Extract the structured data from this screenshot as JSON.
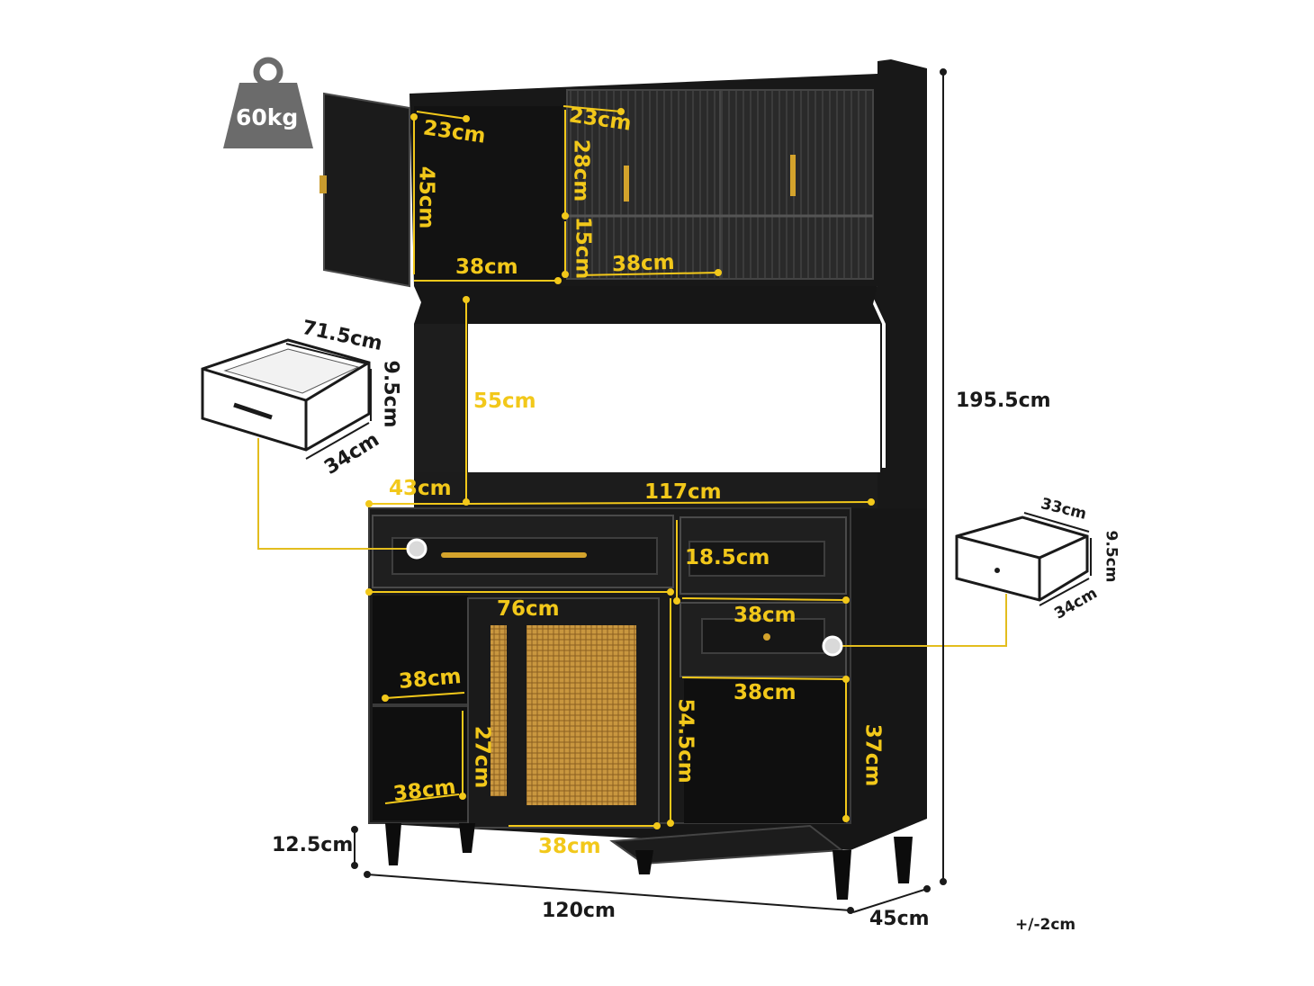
{
  "colors": {
    "cabinet": "#181818",
    "dimension": "#f2c81a",
    "guide": "#e3bd1e",
    "rattan": "#c9973f",
    "weight_badge": "#6b6b6b",
    "text_dark": "#1a1a1a"
  },
  "weight": {
    "label": "60kg",
    "icon": "weight-icon"
  },
  "hutch": {
    "left_depth": "23cm",
    "left_height": "45cm",
    "left_width": "38cm",
    "right_depth": "23cm",
    "right_upper_height": "28cm",
    "right_lower_height": "15cm",
    "right_width": "38cm",
    "open_shelf_height": "55cm"
  },
  "countertop": {
    "depth": "43cm",
    "width": "117cm"
  },
  "drawers": {
    "large_width": "76cm",
    "small_height": "18.5cm",
    "small_width": "38cm"
  },
  "lower": {
    "shelf_width": "38cm",
    "shelf_height": "27cm",
    "bottom_width": "38cm",
    "door_height": "54.5cm",
    "door_width": "38cm",
    "right_width": "38cm",
    "right_height": "37cm",
    "leg_height": "12.5cm"
  },
  "overall": {
    "height": "195.5cm",
    "width": "120cm",
    "depth": "45cm",
    "tolerance": "+/-2cm"
  },
  "large_drawer_detail": {
    "width": "71.5cm",
    "height": "9.5cm",
    "depth": "34cm"
  },
  "small_drawer_detail": {
    "width": "33cm",
    "height": "9.5cm",
    "depth": "34cm"
  }
}
